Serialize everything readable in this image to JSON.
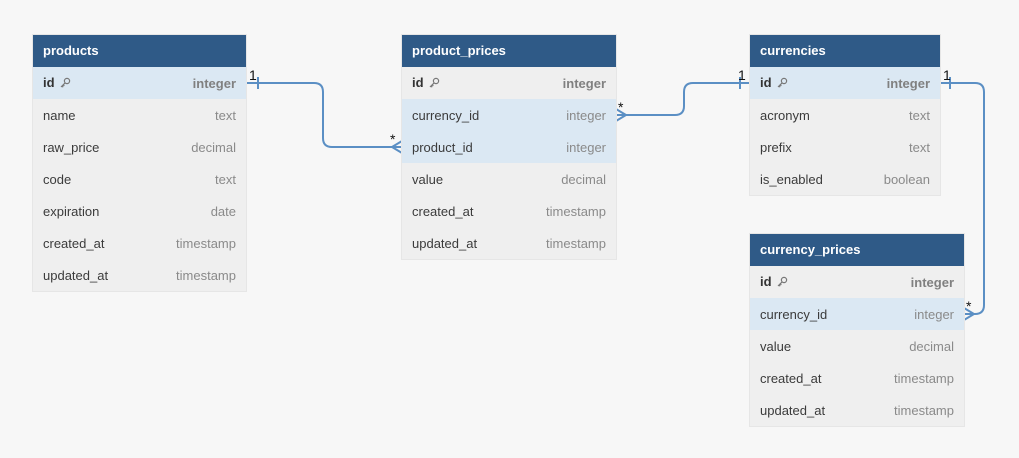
{
  "tables": {
    "products": {
      "name": "products",
      "columns": [
        {
          "name": "id",
          "type": "integer",
          "pk": true,
          "highlight": true
        },
        {
          "name": "name",
          "type": "text"
        },
        {
          "name": "raw_price",
          "type": "decimal"
        },
        {
          "name": "code",
          "type": "text"
        },
        {
          "name": "expiration",
          "type": "date"
        },
        {
          "name": "created_at",
          "type": "timestamp"
        },
        {
          "name": "updated_at",
          "type": "timestamp"
        }
      ]
    },
    "product_prices": {
      "name": "product_prices",
      "columns": [
        {
          "name": "id",
          "type": "integer",
          "pk": true
        },
        {
          "name": "currency_id",
          "type": "integer",
          "highlight": true
        },
        {
          "name": "product_id",
          "type": "integer",
          "highlight": true
        },
        {
          "name": "value",
          "type": "decimal"
        },
        {
          "name": "created_at",
          "type": "timestamp"
        },
        {
          "name": "updated_at",
          "type": "timestamp"
        }
      ]
    },
    "currencies": {
      "name": "currencies",
      "columns": [
        {
          "name": "id",
          "type": "integer",
          "pk": true,
          "highlight": true
        },
        {
          "name": "acronym",
          "type": "text"
        },
        {
          "name": "prefix",
          "type": "text"
        },
        {
          "name": "is_enabled",
          "type": "boolean"
        }
      ]
    },
    "currency_prices": {
      "name": "currency_prices",
      "columns": [
        {
          "name": "id",
          "type": "integer",
          "pk": true
        },
        {
          "name": "currency_id",
          "type": "integer",
          "highlight": true
        },
        {
          "name": "value",
          "type": "decimal"
        },
        {
          "name": "created_at",
          "type": "timestamp"
        },
        {
          "name": "updated_at",
          "type": "timestamp"
        }
      ]
    }
  },
  "relationships": [
    {
      "from": "products.id",
      "to": "product_prices.product_id",
      "from_label": "1",
      "to_label": "*"
    },
    {
      "from": "currencies.id",
      "to": "product_prices.currency_id",
      "from_label": "1",
      "to_label": "*"
    },
    {
      "from": "currencies.id",
      "to": "currency_prices.currency_id",
      "from_label": "1",
      "to_label": "*"
    }
  ],
  "icons": {
    "primary_key": "key-icon"
  },
  "colors": {
    "header": "#2f5a87",
    "highlight_row": "#dbe8f3",
    "edge": "#5b8fc4"
  }
}
